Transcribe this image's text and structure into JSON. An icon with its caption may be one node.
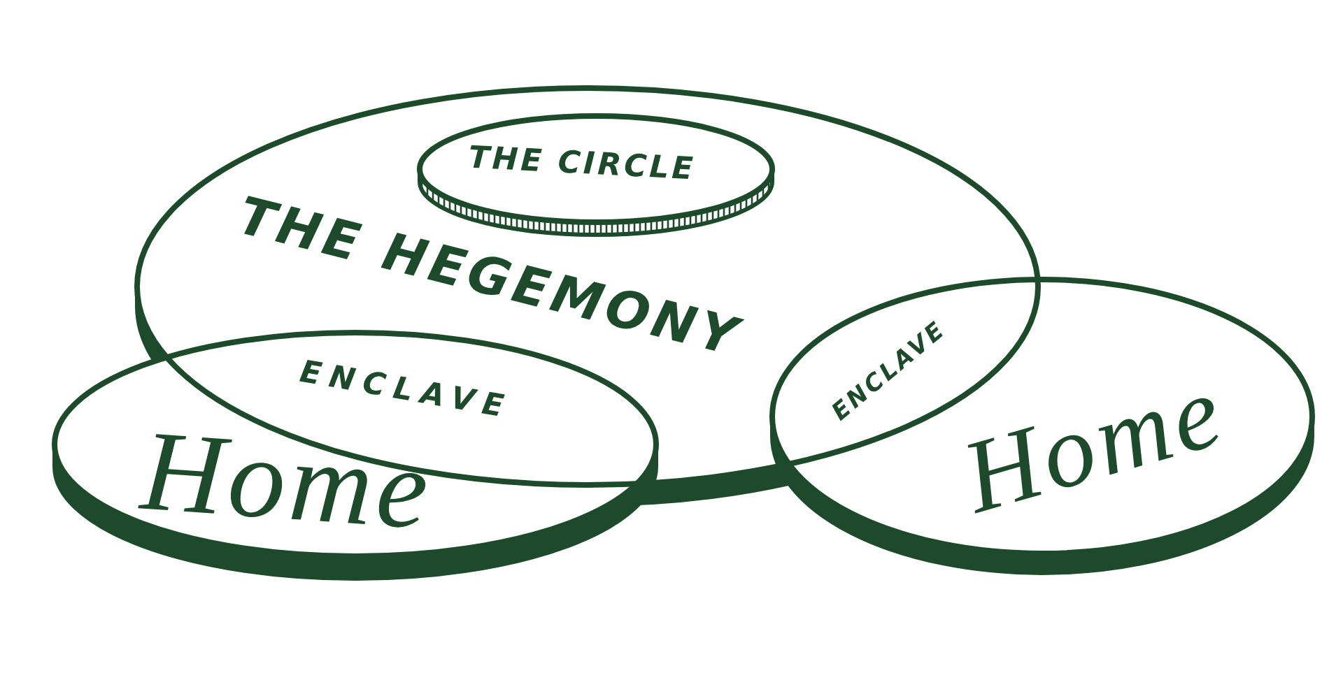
{
  "diagram": {
    "nodes": [
      {
        "text": [
          "THE HEGEMONY"
        ]
      },
      {
        "text": [
          "THE CIRCLE"
        ],
        "in": 0
      },
      {
        "text": [
          "Home"
        ]
      },
      {
        "text": [
          "Home"
        ]
      }
    ],
    "labels": [
      "ENCLAVE",
      "ENCLAVE"
    ]
  }
}
